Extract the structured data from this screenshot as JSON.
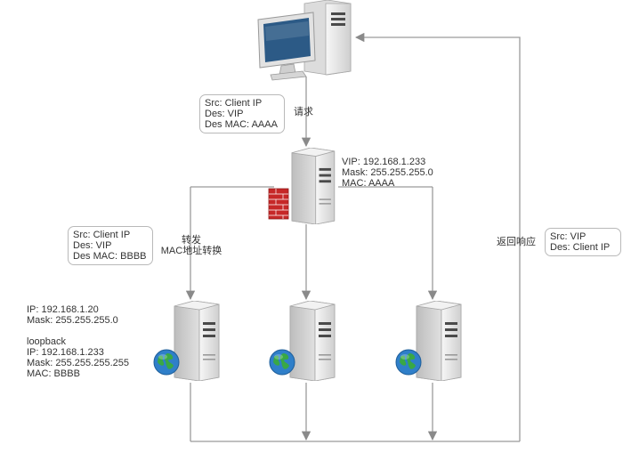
{
  "client_to_director_note": [
    "Src: Client IP",
    "Des: VIP",
    "Des MAC: AAAA"
  ],
  "request_label": "请求",
  "director_info": [
    "VIP: 192.168.1.233",
    "Mask: 255.255.255.0",
    "MAC: AAAA"
  ],
  "director_to_realserver_note": [
    "Src: Client IP",
    "Des: VIP",
    "Des MAC: BBBB"
  ],
  "forward_label": [
    "转发",
    "MAC地址转换"
  ],
  "return_label": "返回响应",
  "return_note": [
    "Src: VIP",
    "Des: Client IP"
  ],
  "realserver1_info": {
    "ip": "IP: 192.168.1.20",
    "mask": "Mask: 255.255.255.0",
    "loopback_title": "loopback",
    "loopback_ip": "IP: 192.168.1.233",
    "loopback_mask": "Mask: 255.255.255.255",
    "loopback_mac": "MAC: BBBB"
  },
  "colors": {
    "line": "#9a9a9a",
    "server_body": "#e6e6e6",
    "firewall": "#c62828",
    "globe_water": "#2f7fc9",
    "globe_land": "#39a845",
    "monitor_screen": "#2c5a86"
  },
  "icons": [
    "client-pc-icon",
    "director-server-icon",
    "firewall-icon",
    "realserver-icon",
    "globe-icon"
  ]
}
